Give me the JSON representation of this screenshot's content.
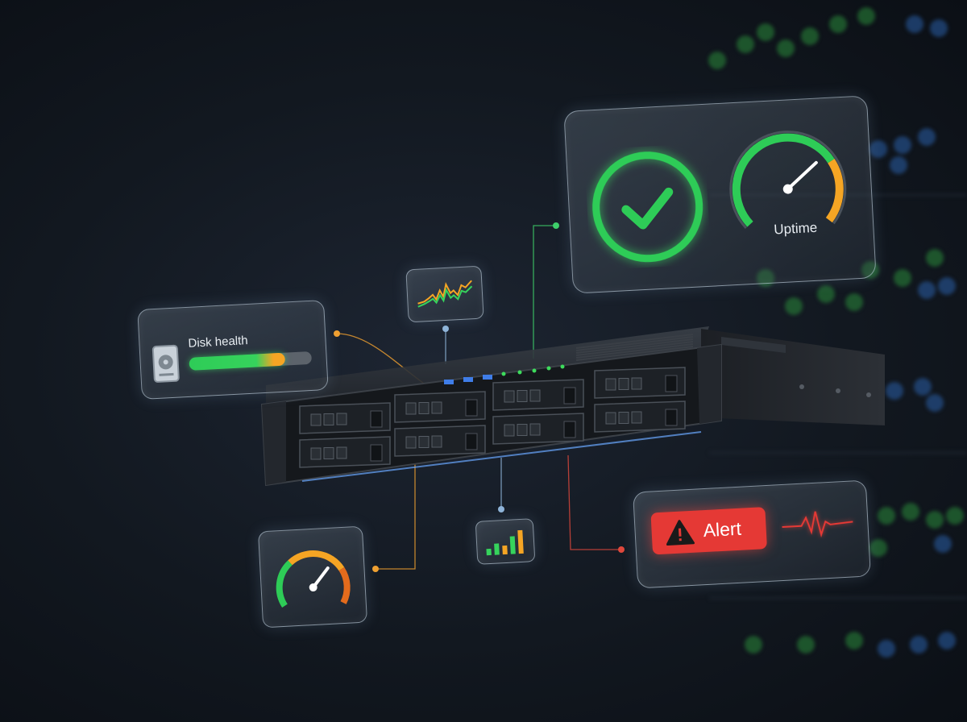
{
  "disk_health": {
    "label": "Disk health",
    "level_fraction": 0.78
  },
  "uptime": {
    "label": "Uptime"
  },
  "alert": {
    "label": "Alert"
  },
  "colors": {
    "ok_green": "#2ecc57",
    "warn_orange": "#f5a524",
    "alert_red": "#e53935",
    "glow_blue": "#4a90e2"
  },
  "icons": {
    "drive": "hard-drive-icon",
    "check": "checkmark-icon",
    "warning": "warning-triangle-icon",
    "heartbeat": "heartbeat-line-icon"
  }
}
